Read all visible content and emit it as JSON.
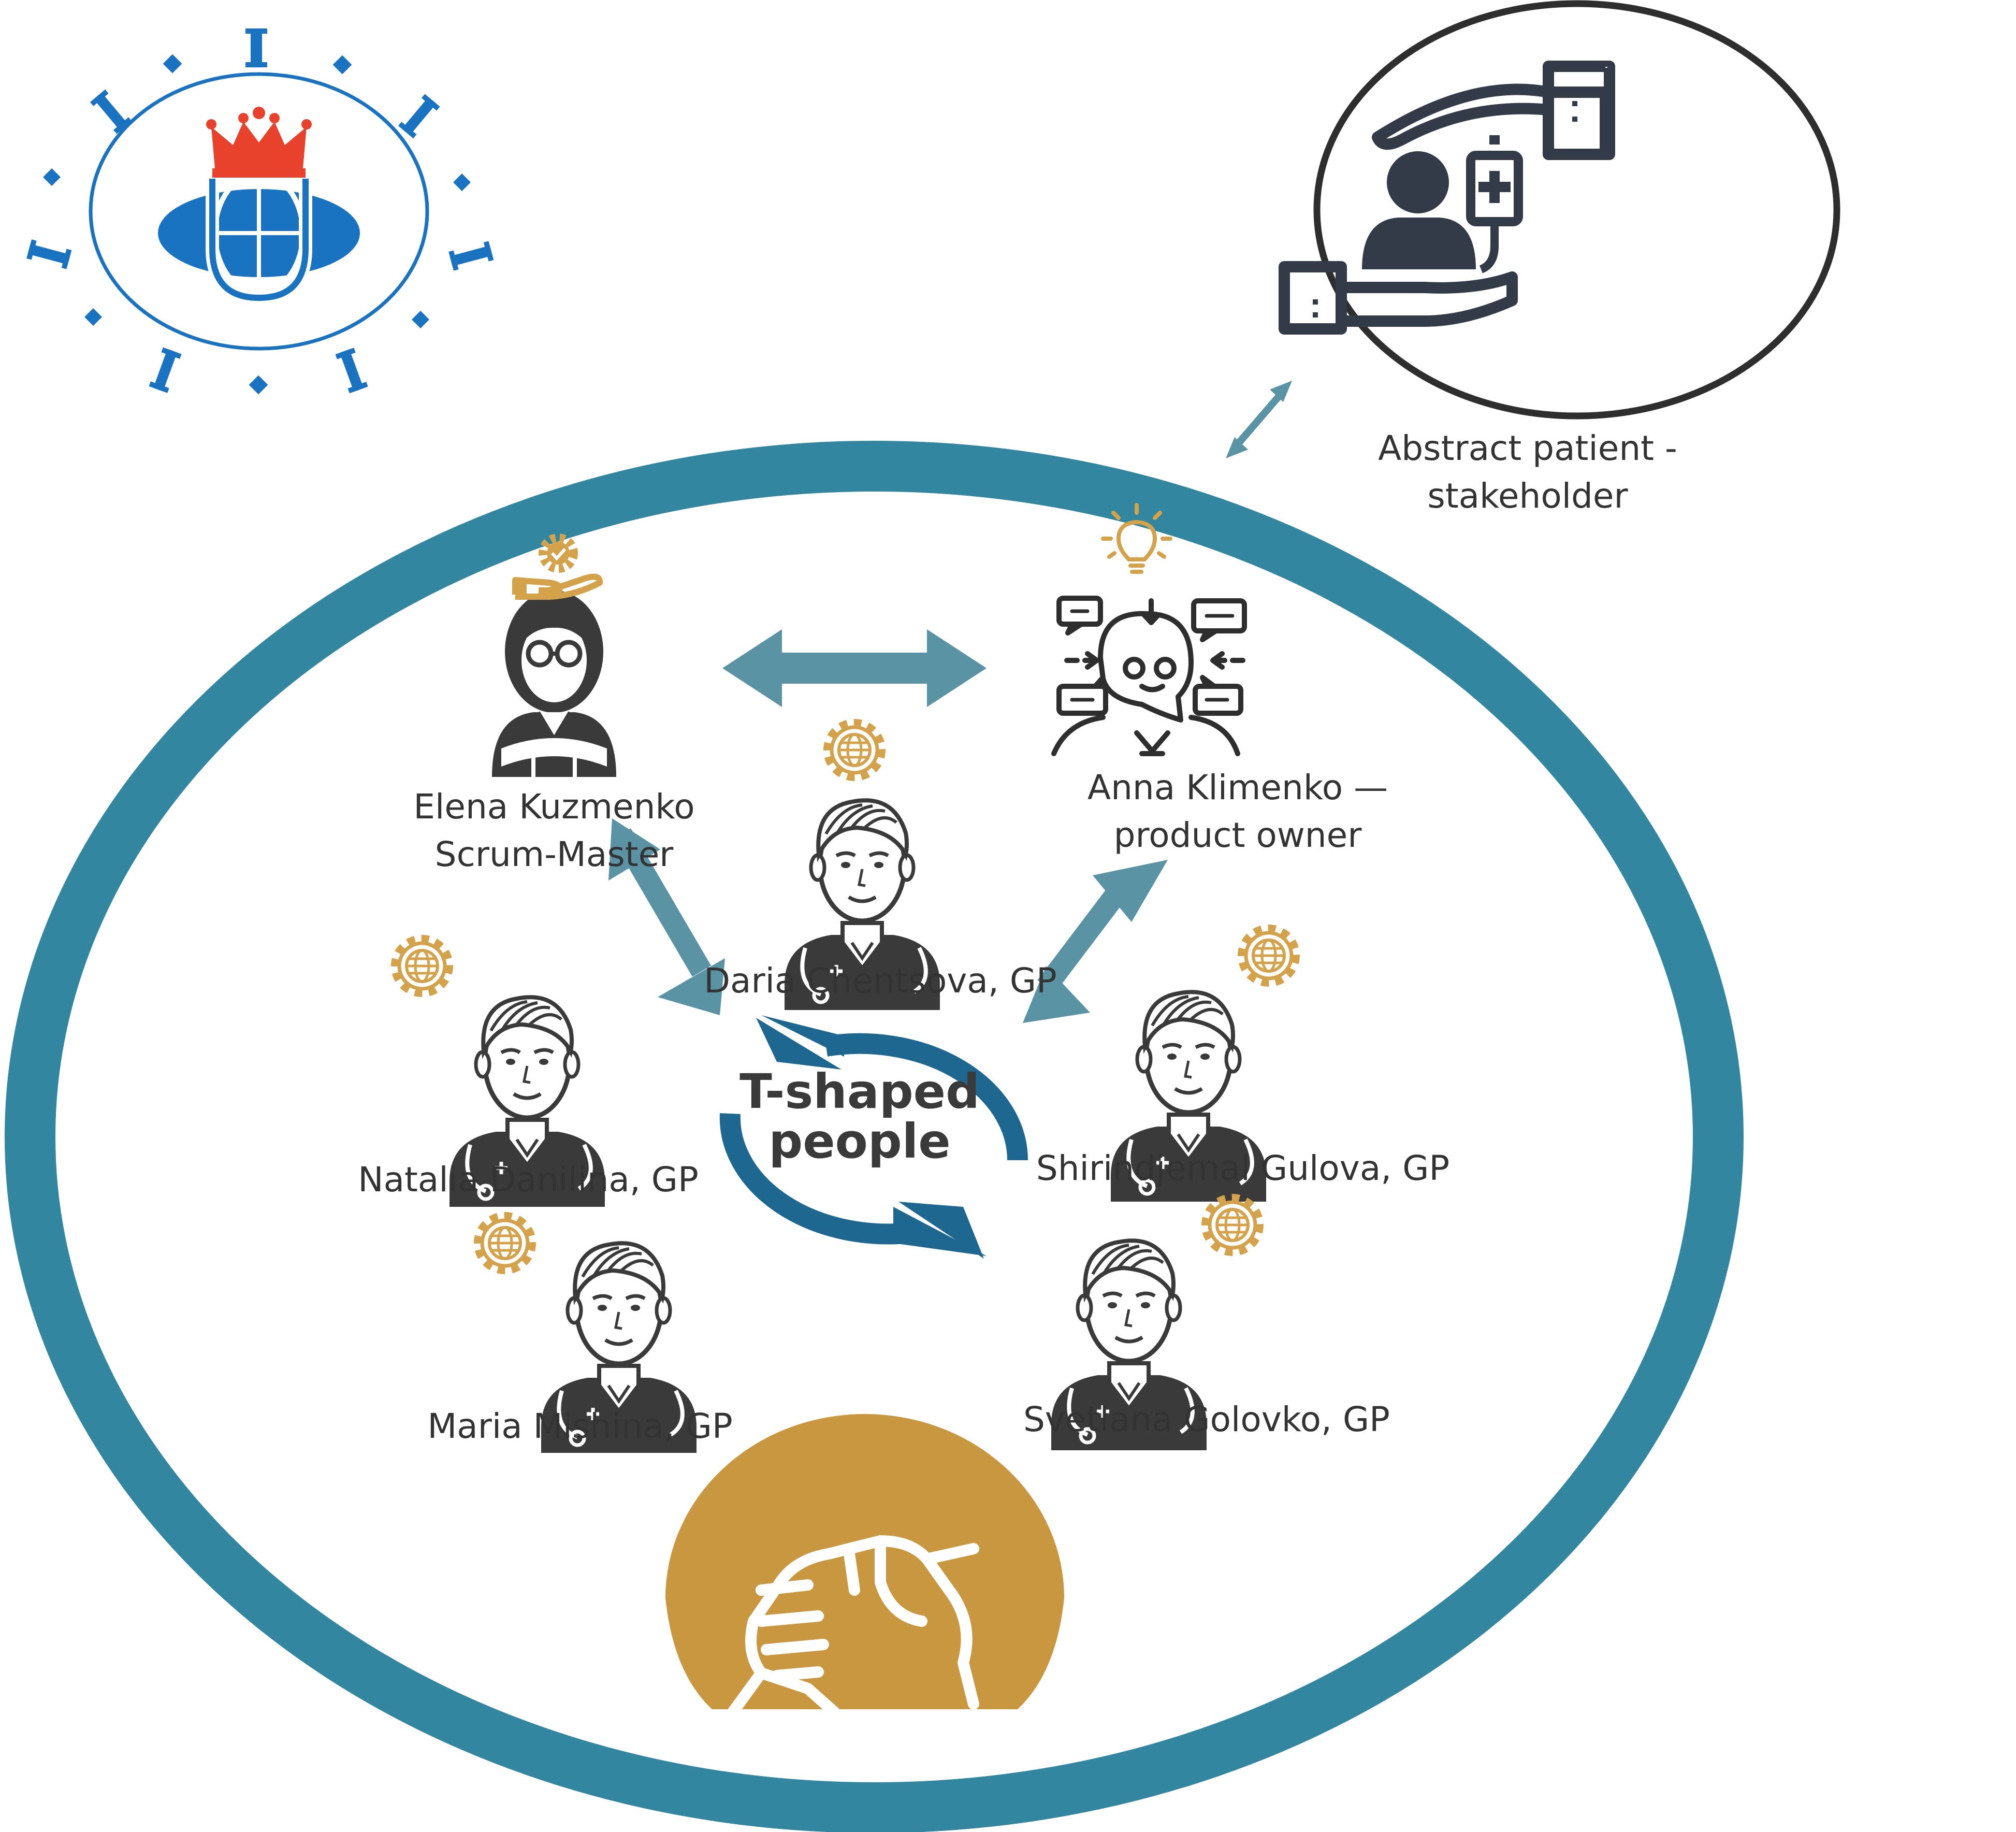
{
  "colors": {
    "team_ring": "#33869f",
    "arrow": "#5a93a4",
    "cycle": "#1e6790",
    "gold": "#d4a24b",
    "handshake_bg": "#c8973f",
    "figure": "#3a3a3a",
    "university_blue": "#1a73c0",
    "crown": "#e8412c"
  },
  "patient": {
    "icon": "patient-care-icon",
    "label_line1": "Abstract patient -",
    "label_line2": "stakeholder"
  },
  "team": {
    "center_title_line1": "T-shaped",
    "center_title_line2": "people",
    "scrum_master": {
      "name": "Elena Kuzmenko",
      "role": "Scrum-Master",
      "icon": "scrum-master-icon",
      "badge": "gear-hand-icon"
    },
    "product_owner": {
      "line1": "Anna Klimenko —",
      "line2": "product owner",
      "icon": "product-owner-icon",
      "badge": "lightbulb-icon"
    },
    "members": [
      {
        "label": "Daria Chentsova, GP",
        "icon": "doctor-icon",
        "badge": "globe-gear-icon"
      },
      {
        "label": "Natalia Danilina, GP",
        "icon": "doctor-icon",
        "badge": "globe-gear-icon"
      },
      {
        "label": "Shirindjemal Gulova, GP",
        "icon": "doctor-icon",
        "badge": "globe-gear-icon"
      },
      {
        "label": "Maria Mishina, GP",
        "icon": "doctor-icon",
        "badge": "globe-gear-icon"
      },
      {
        "label": "Svetlana Golovko, GP",
        "icon": "doctor-icon",
        "badge": "globe-gear-icon"
      }
    ],
    "bottom_icon": "handshake-icon"
  },
  "logo": {
    "icon": "university-logo-icon"
  }
}
